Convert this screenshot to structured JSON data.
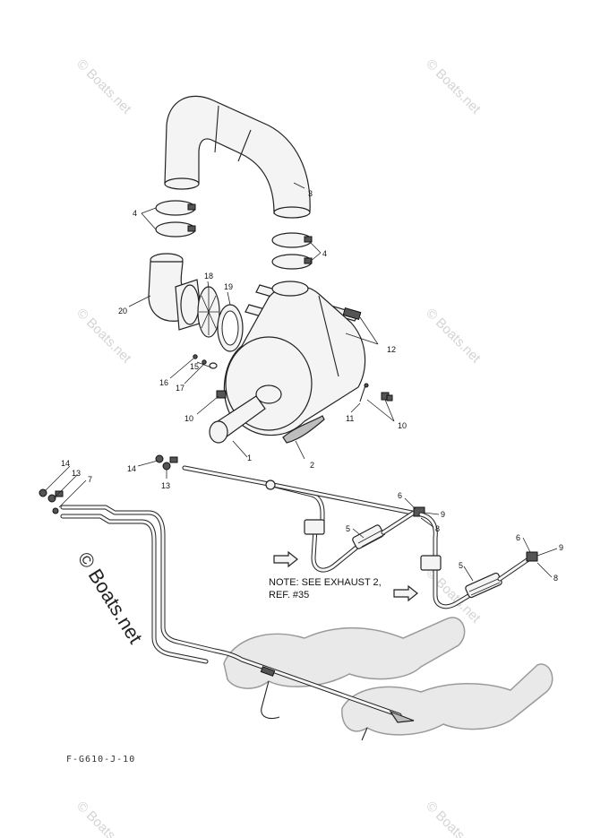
{
  "watermark": {
    "small_text": "© Boats.net",
    "big_text": "© Boats.net"
  },
  "note": {
    "line1": "NOTE: SEE EXHAUST 2,",
    "line2": "REF. #35"
  },
  "figure_code": "F-G610-J-10",
  "callouts": {
    "c1": "1",
    "c2": "2",
    "c3": "3",
    "c4a": "4",
    "c4b": "4",
    "c5a": "5",
    "c5b": "5",
    "c6a": "6",
    "c6b": "6",
    "c7": "7",
    "c8a": "8",
    "c8b": "8",
    "c9a": "9",
    "c9b": "9",
    "c10a": "10",
    "c10b": "10",
    "c11": "11",
    "c12": "12",
    "c13a": "13",
    "c13b": "13",
    "c14a": "14",
    "c14b": "14",
    "c15": "15",
    "c16": "16",
    "c17": "17",
    "c18": "18",
    "c19": "19",
    "c20": "20"
  },
  "colors": {
    "line": "#222222",
    "watermark": "#d4d4d4",
    "ghost_outline": "#9a9a9a"
  }
}
